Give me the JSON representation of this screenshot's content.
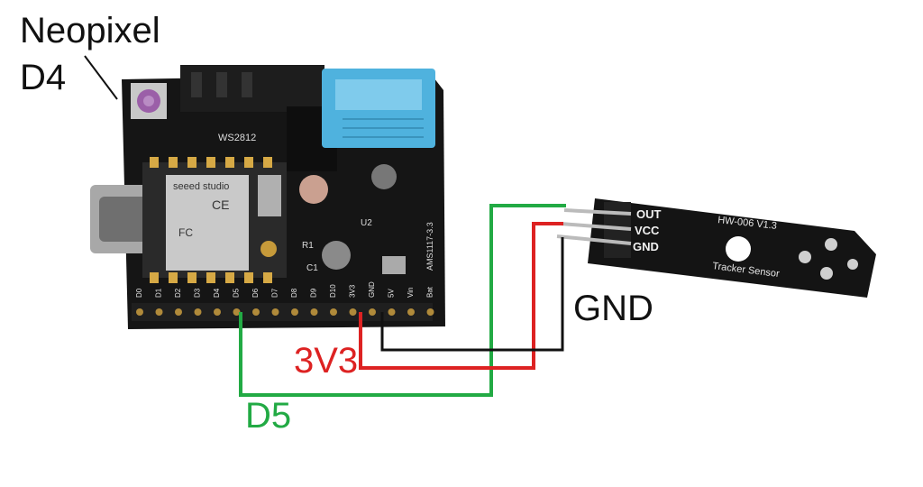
{
  "labels": {
    "neopixel": "Neopixel",
    "neopixel_pin": "D4",
    "gnd": "GND",
    "vcc": "3V3",
    "signal": "D5"
  },
  "board": {
    "brand": "seeed studio",
    "chip_label": "CE",
    "fc_label": "FC",
    "header_pins": [
      "D0",
      "D1",
      "D2",
      "D3",
      "D4",
      "D5",
      "D6",
      "D7",
      "D8",
      "D9",
      "D10",
      "3V3",
      "GND",
      "5V",
      "Vin",
      "Bat"
    ],
    "silkscreen_ws2812": "WS2812",
    "regulator": "AMS1117-3.3",
    "cap_label": "C1",
    "res_label": "R1",
    "u2_label": "U2"
  },
  "sensor": {
    "model": "HW-006 V1.3",
    "name": "Tracker Sensor",
    "pins": [
      "OUT",
      "VCC",
      "GND"
    ]
  },
  "colors": {
    "signal_wire": "#22aa44",
    "vcc_wire": "#dd2222",
    "gnd_wire": "#111111",
    "board": "#151515",
    "sensor_board": "#141414",
    "dht_sensor": "#4fb2de"
  }
}
